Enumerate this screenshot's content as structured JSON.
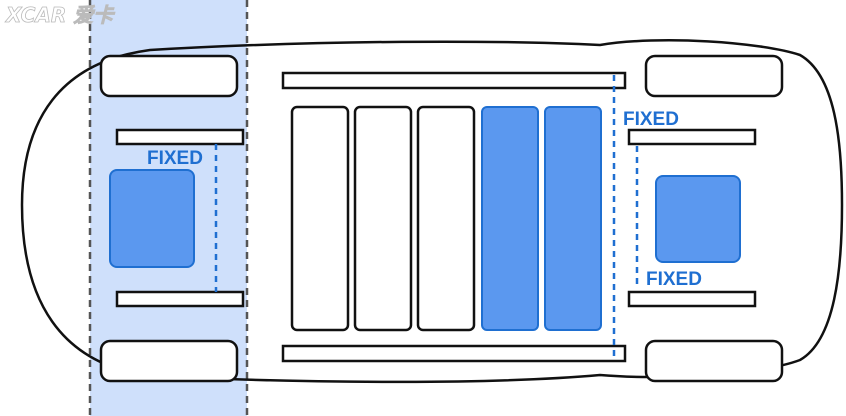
{
  "watermark": {
    "text": "XCAR 爱卡"
  },
  "labels": {
    "front_fixed": "FIXED",
    "rear_fixed_top": "FIXED",
    "rear_fixed_bottom": "FIXED"
  },
  "colors": {
    "outline": "#111111",
    "highlight_zone": "#cfe0fb",
    "accent_blue": "#1f6fd1",
    "block_blue": "#5b98ef",
    "zone_border": "#555555",
    "background": "#ffffff"
  },
  "battery_modules": {
    "total": 5,
    "highlighted": 2
  }
}
